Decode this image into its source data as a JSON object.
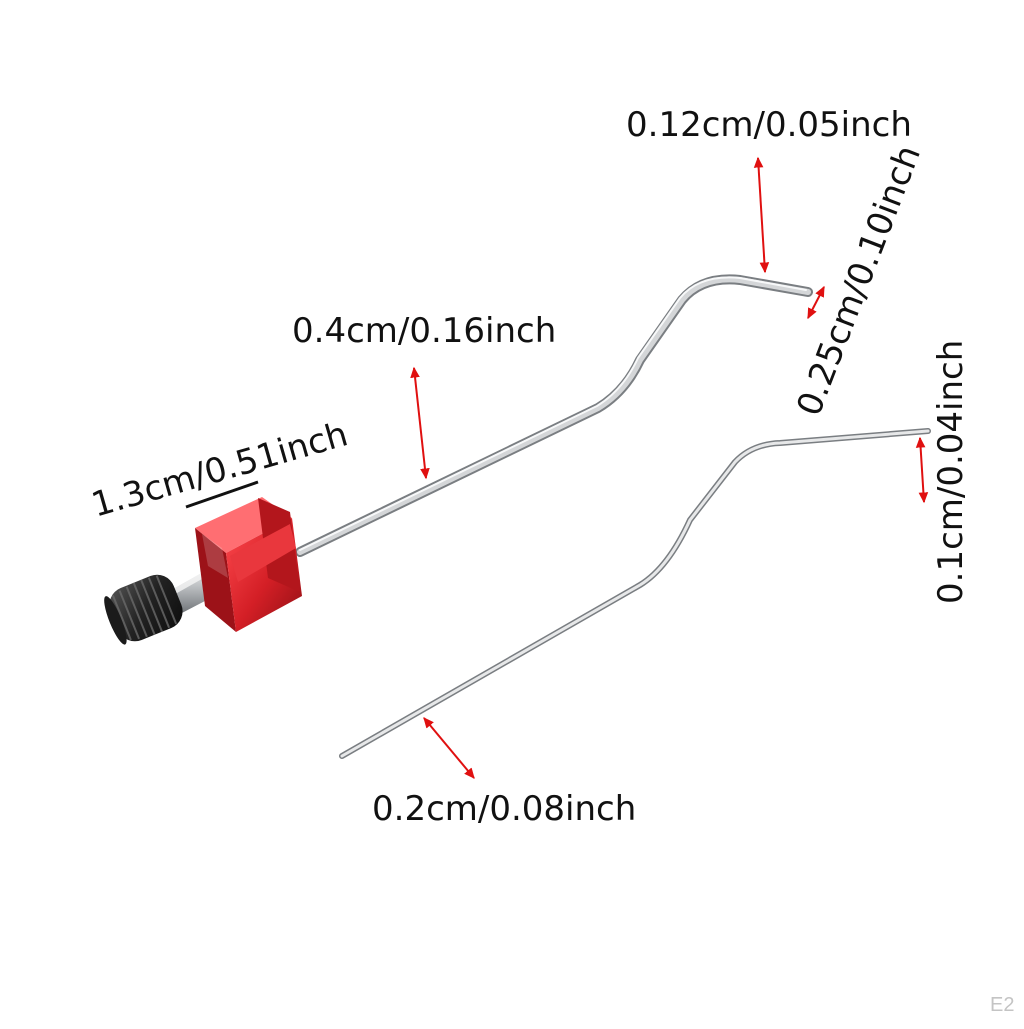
{
  "dimensions": {
    "tip_length": "0.12cm/0.05inch",
    "tip_height": "0.25cm/0.10inch",
    "rod_thickness": "0.4cm/0.16inch",
    "clamp_width": "1.3cm/0.51inch",
    "needle_tip": "0.1cm/0.04inch",
    "needle_diameter": "0.2cm/0.08inch"
  },
  "watermark": "E2",
  "colors": {
    "clamp": "#d41f26",
    "knob": "#2a2a2a",
    "wire": "#b9bcbf",
    "arrow": "#e01010",
    "text": "#111111"
  }
}
